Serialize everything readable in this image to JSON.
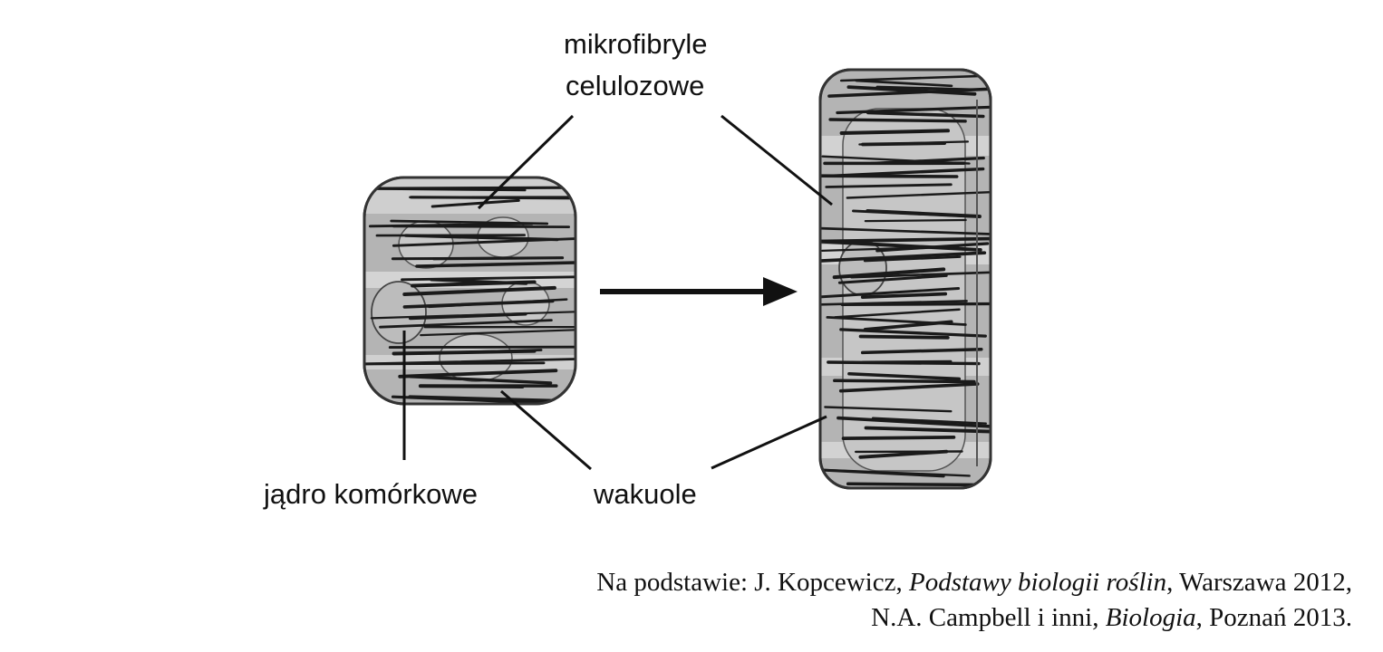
{
  "labels": {
    "microfibrils_line1": "mikrofibryle",
    "microfibrils_line2": "celulozowe",
    "nucleus": "jądro komórkowe",
    "vacuoles": "wakuole"
  },
  "citation": {
    "line1": {
      "prefix": "Na podstawie: J. Kopcewicz, ",
      "title": "Podstawy biologii roślin",
      "suffix": ", Warszawa 2012,"
    },
    "line2": {
      "prefix": "N.A. Campbell i inni, ",
      "title": "Biologia",
      "suffix": ", Poznań 2013."
    }
  },
  "colors": {
    "cell_fill": "#b4b4b4",
    "cell_light": "#d8d8d8",
    "fibril": "#1a1a1a",
    "outline": "#3a3a3a",
    "text": "#111111"
  }
}
